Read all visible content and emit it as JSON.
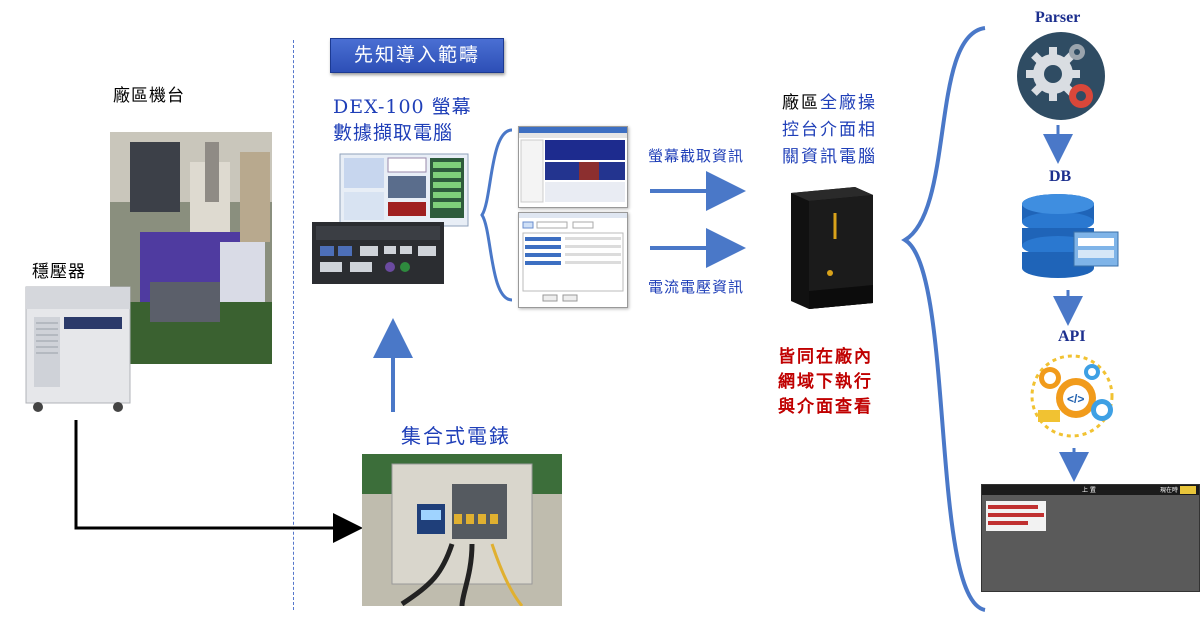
{
  "left": {
    "factory_machine": "廠區機台",
    "stabilizer": "穩壓器"
  },
  "scope_tag": "先知導入範疇",
  "dex_title": [
    "DEX-100 螢幕",
    "數據擷取電腦"
  ],
  "meter_label": "集合式電錶",
  "arrows": {
    "screen_capture": "螢幕截取資訊",
    "current_voltage": "電流電壓資訊"
  },
  "server_title": {
    "line1_a": "廠區",
    "line1_b": "全廠操",
    "line2": "控台介面相",
    "line3": "關資訊電腦"
  },
  "lan_note": [
    "皆同在廠內",
    "網域下執行",
    "與介面查看"
  ],
  "stack": {
    "parser": "Parser",
    "db": "DB",
    "api": "API"
  },
  "screenshot_thumb": {
    "header_title": "上 置",
    "header_right": "現在時"
  },
  "colors": {
    "accent_blue": "#1f3fb8",
    "brace_blue": "#4a78c8",
    "red_note": "#c00000"
  }
}
